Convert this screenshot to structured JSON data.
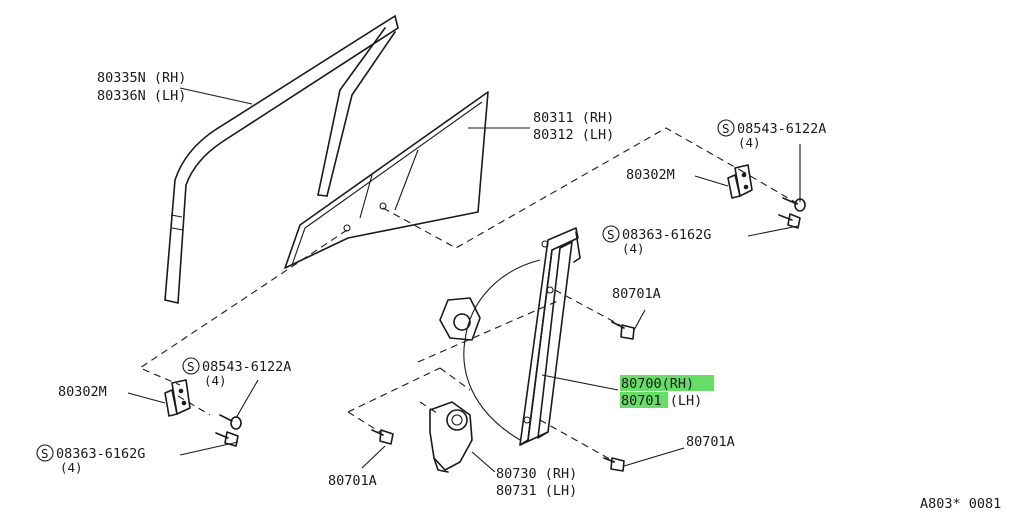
{
  "colors": {
    "highlight": "#66dd66",
    "ink": "#1a1a1a",
    "background": "#ffffff"
  },
  "labels": {
    "sash_rh": "80335N (RH)",
    "sash_lh": "80336N (LH)",
    "glass_rh": "80311 (RH)",
    "glass_lh": "80312 (LH)",
    "screw_top_code": "08543-6122A",
    "screw_top_qty": "(4)",
    "bracket_top": "80302M",
    "bolt_top_code": "08363-6162G",
    "bolt_top_qty": "(4)",
    "bolt_a1": "80701A",
    "reg_rh": "80700(RH)",
    "reg_lh": "80701 (LH)",
    "screw_left_code": "08543-6122A",
    "screw_left_qty": "(4)",
    "bracket_left": "80302M",
    "bolt_left_code": "08363-6162G",
    "bolt_left_qty": "(4)",
    "bolt_a2": "80701A",
    "bolt_a3": "80701A",
    "motor_rh": "80730 (RH)",
    "motor_lh": "80731 (LH)",
    "diagram_id": "A803* 0081",
    "s_mark": "S"
  }
}
